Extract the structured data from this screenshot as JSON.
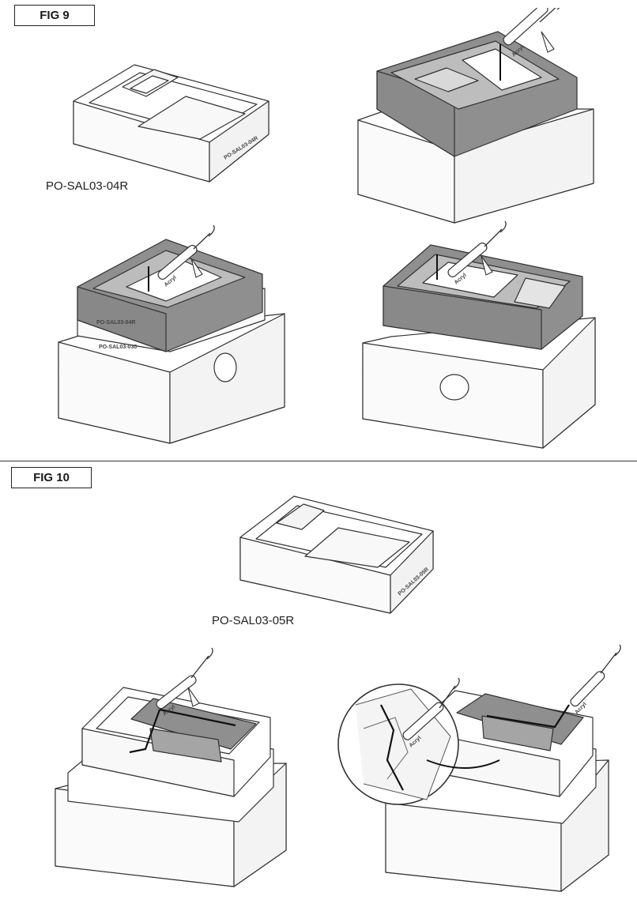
{
  "fig9": {
    "label": "FIG 9",
    "part_caption": "PO-SAL03-04R",
    "stamp_top_left": "PO-SAL03-04R",
    "stamp_box_mid": "PO-SAL03-04R",
    "stamp_box_low": "PO-SAL03-030",
    "gun_text": "Acryl"
  },
  "fig10": {
    "label": "FIG 10",
    "part_caption": "PO-SAL03-05R",
    "stamp_top": "PO-SAL03-05R",
    "gun_text": "Acryl"
  },
  "colors": {
    "foam_grey": "#8f8f8f",
    "line": "#333333",
    "background": "#ffffff"
  }
}
